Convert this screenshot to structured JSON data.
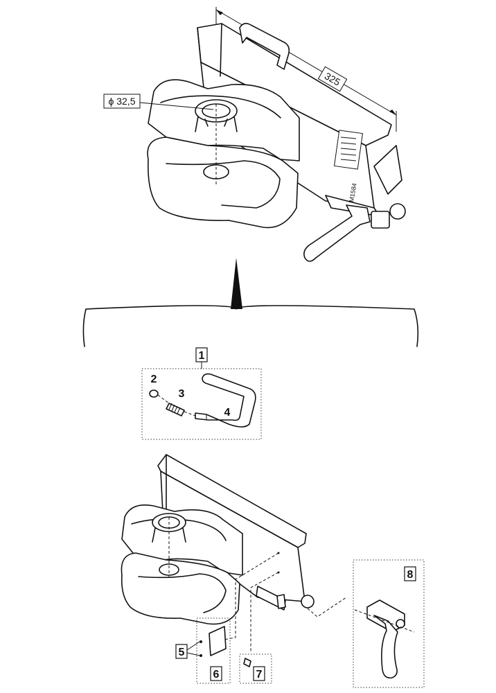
{
  "dimensions": {
    "width_label": "325",
    "diameter_label": "ϕ 32,5",
    "plate_mark": "M1584"
  },
  "callouts": {
    "item1": "1",
    "item2": "2",
    "item3": "3",
    "item4": "4",
    "item5": "5",
    "item6": "6",
    "item7": "7",
    "item8": "8"
  },
  "icons": {
    "arrow": "down-arrow-icon",
    "bracket": "brace-icon"
  }
}
